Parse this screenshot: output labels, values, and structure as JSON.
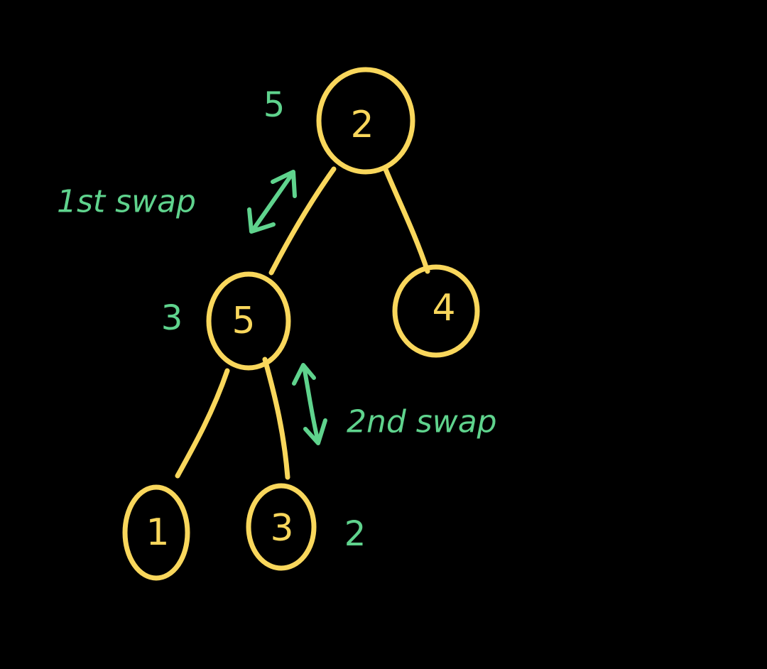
{
  "colors": {
    "background": "#000000",
    "tree": "#f9d75c",
    "annotation": "#5fd38d"
  },
  "nodes": {
    "root": "2",
    "left": "5",
    "right": "4",
    "left_left": "1",
    "left_right": "3"
  },
  "side_values": {
    "root": "5",
    "left": "3",
    "left_right": "2"
  },
  "annotations": {
    "first_swap": "1st swap",
    "second_swap": "2nd swap"
  }
}
